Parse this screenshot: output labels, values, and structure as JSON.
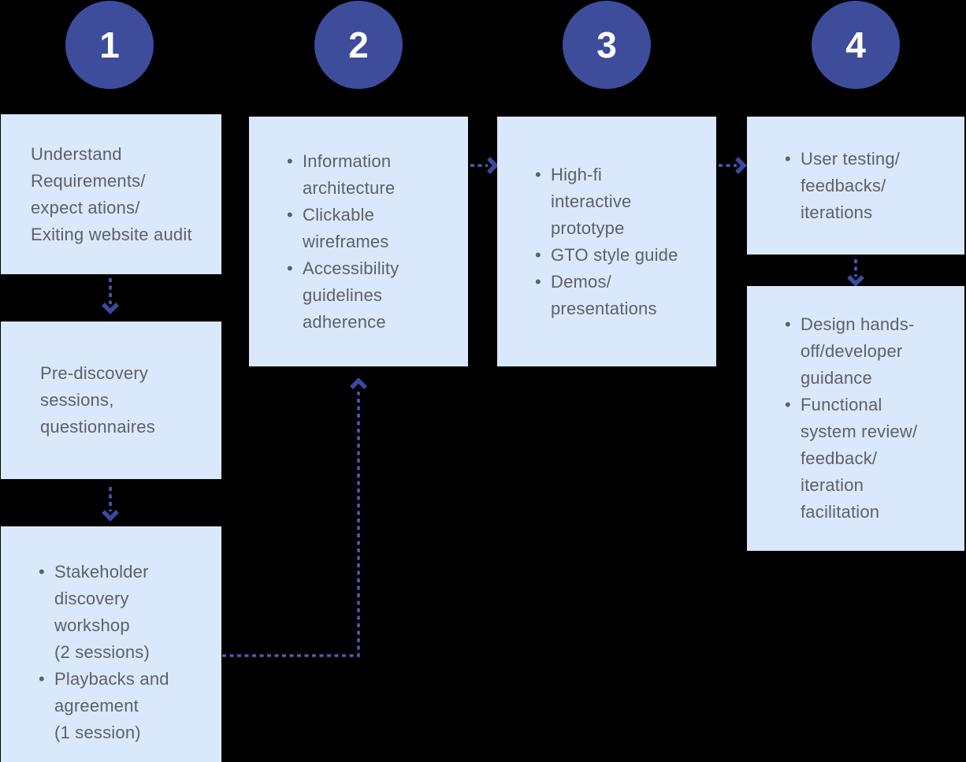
{
  "palette": {
    "background": "#000000",
    "circle": "#3E4C9C",
    "number_text": "#FFFFFF",
    "box_bg": "#DAE8FB",
    "text": "#5E6167",
    "arrow_line": "#4D5CB5",
    "arrow_head": "#3A49A0"
  },
  "columns": [
    {
      "number": "1",
      "box1_text": "Understand\nRequirements/\nexpect ations/\nExiting website audit",
      "box2_text": "Pre-discovery\nsessions,\nquestionnaires",
      "box3_items": [
        "Stakeholder\ndiscovery\nworkshop\n(2 sessions)",
        "Playbacks and\nagreement\n(1 session)"
      ]
    },
    {
      "number": "2",
      "items": [
        "Information\narchitecture",
        "Clickable\nwireframes",
        "Accessibility\nguidelines\nadherence"
      ]
    },
    {
      "number": "3",
      "items": [
        "High-fi\ninteractive\nprototype",
        "GTO style guide",
        "Demos/\npresentations"
      ]
    },
    {
      "number": "4",
      "box1_items": [
        "User testing/\nfeedbacks/\niterations"
      ],
      "box2_items": [
        "Design hands-\noff/developer\nguidance",
        "Functional\nsystem review/\nfeedback/\niteration\nfacilitation"
      ]
    }
  ]
}
